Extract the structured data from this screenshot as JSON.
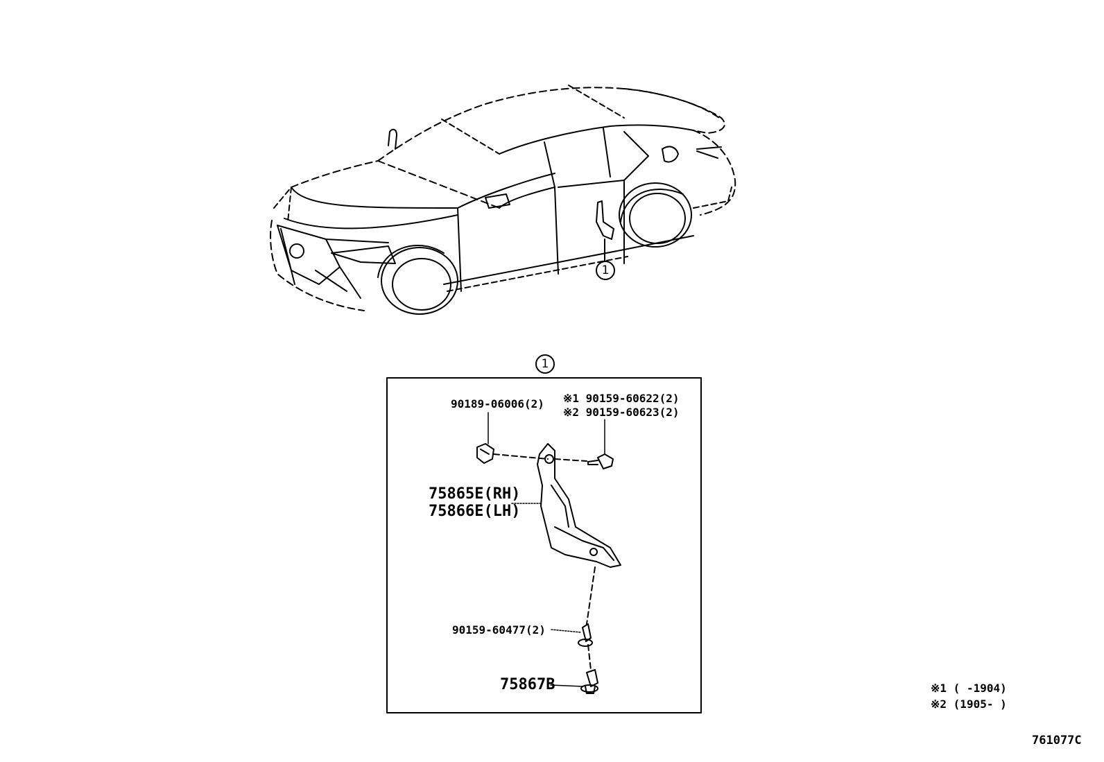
{
  "callout": {
    "marker": "1"
  },
  "parts": {
    "grommet": "90189-06006(2)",
    "bolt_note1": "※1 90159-60622(2)",
    "bolt_note2": "※2 90159-60623(2)",
    "mudguard_rh": "75865E(RH)",
    "mudguard_lh": "75866E(LH)",
    "screw": "90159-60477(2)",
    "clip": "75867B"
  },
  "notes": {
    "note1": "※1 (      -1904)",
    "note2": "※2 (1905-      )"
  },
  "diagram_code": "761077C"
}
